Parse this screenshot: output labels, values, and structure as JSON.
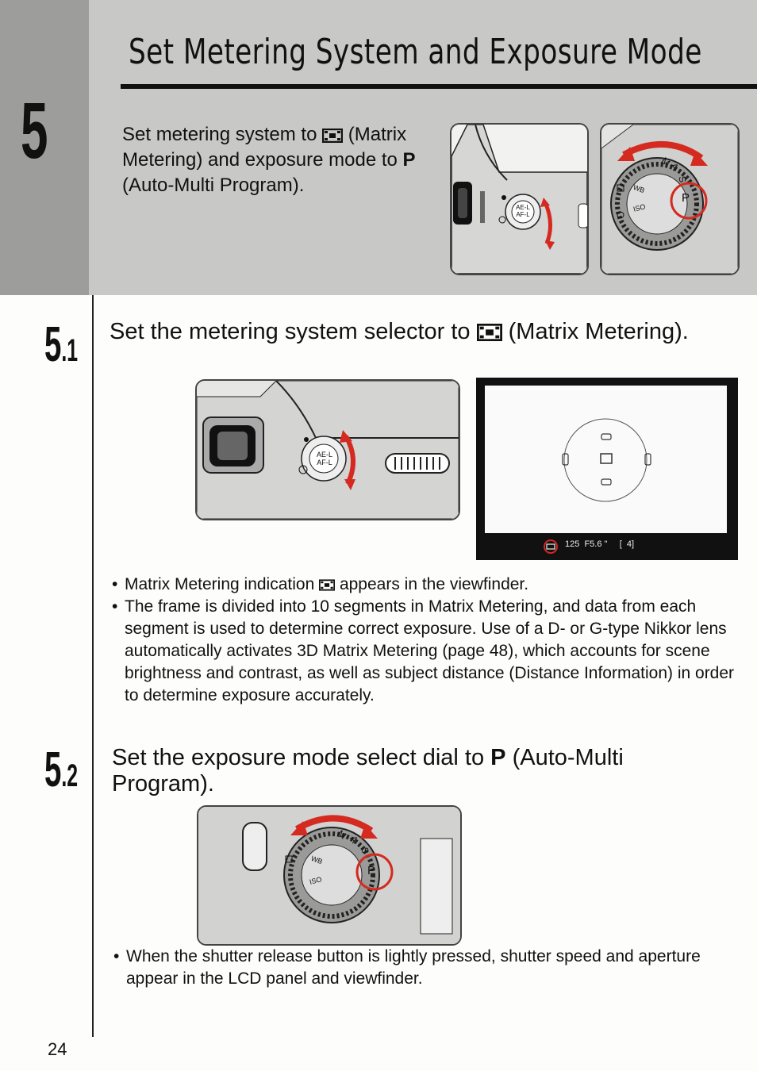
{
  "header": {
    "title": "Set Metering System and Exposure Mode",
    "step_number": "5",
    "intro": {
      "part1": "Set metering system to ",
      "part2": " (Matrix Metering) and exposure mode to ",
      "bold": "P",
      "part3": " (Auto-Multi Program)."
    }
  },
  "step51": {
    "number": "5",
    "sub": ".1",
    "heading_part1": "Set the metering system selector to ",
    "heading_part2": " (Matrix Metering).",
    "bullet1_part1": "Matrix Metering indication ",
    "bullet1_part2": " appears in the viewfinder.",
    "bullet2": "The frame is divided into 10 segments in Matrix Metering, and data from each segment is used to determine correct exposure. Use of a D- or G-type Nikkor lens automatically activates 3D Matrix Metering (page 48), which accounts for scene brightness and contrast, as well as subject distance (Distance Information) in order to determine exposure accurately."
  },
  "step52": {
    "number": "5",
    "sub": ".2",
    "heading_part1": "Set the exposure mode select dial to ",
    "heading_bold": "P",
    "heading_part2": " (Auto-Multi Program).",
    "bullet1": "When the shutter release button is lightly pressed, shutter speed and aperture appear in the LCD panel and viewfinder."
  },
  "dial": {
    "mode_p": "P",
    "mode_s": "S",
    "mode_a": "A",
    "mode_m": "M",
    "iso": "ISO",
    "wb": "WB"
  },
  "lock_button": {
    "line1": "AE-L",
    "line2": "AF-L"
  },
  "viewfinder": {
    "readout": "125  F5.6 \"     [  4]"
  },
  "footer": {
    "page_number": "24"
  },
  "colors": {
    "band": "#c8c8c6",
    "strip": "#9d9d9b",
    "arrow_red": "#d42a20"
  }
}
